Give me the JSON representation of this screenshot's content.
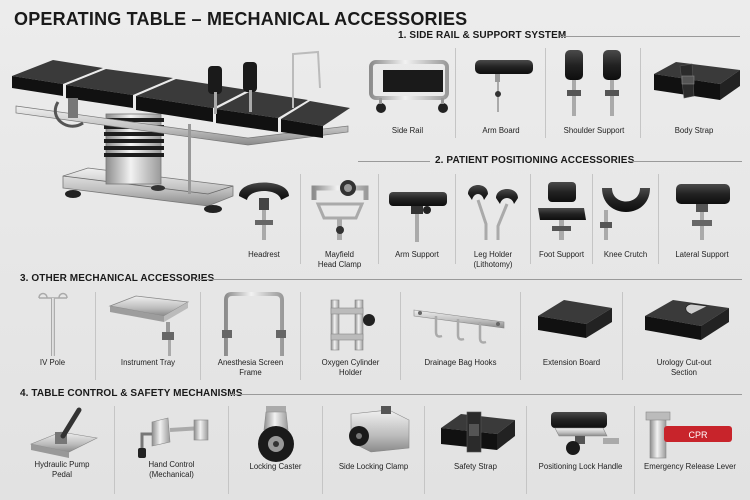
{
  "title": "OPERATING TABLE – MECHANICAL ACCESSORIES",
  "sections": {
    "s1": {
      "title": "1. SIDE RAIL & SUPPORT SYSTEM",
      "items": [
        "Side Rail",
        "Arm Board",
        "Shoulder Support",
        "Body Strap"
      ]
    },
    "s2": {
      "title": "2. PATIENT POSITIONING ACCESSORIES",
      "items": [
        "Headrest",
        "Mayfield\nHead Clamp",
        "Arm Support",
        "Leg Holder\n(Lithotomy)",
        "Foot Support",
        "Knee Crutch",
        "Lateral Support"
      ]
    },
    "s3": {
      "title": "3. OTHER MECHANICAL ACCESSORIES",
      "items": [
        "IV Pole",
        "Instrument Tray",
        "Anesthesia Screen\nFrame",
        "Oxygen Cylinder\nHolder",
        "Drainage Bag Hooks",
        "Extension Board",
        "Urology Cut-out\nSection"
      ]
    },
    "s4": {
      "title": "4. TABLE CONTROL & SAFETY MECHANISMS",
      "items": [
        "Hydraulic Pump\nPedal",
        "Hand Control\n(Mechanical)",
        "Locking Caster",
        "Side Locking Clamp",
        "Safety Strap",
        "Positioning Lock Handle",
        "Emergency Release Lever"
      ],
      "cpr_text": "CPR"
    }
  }
}
